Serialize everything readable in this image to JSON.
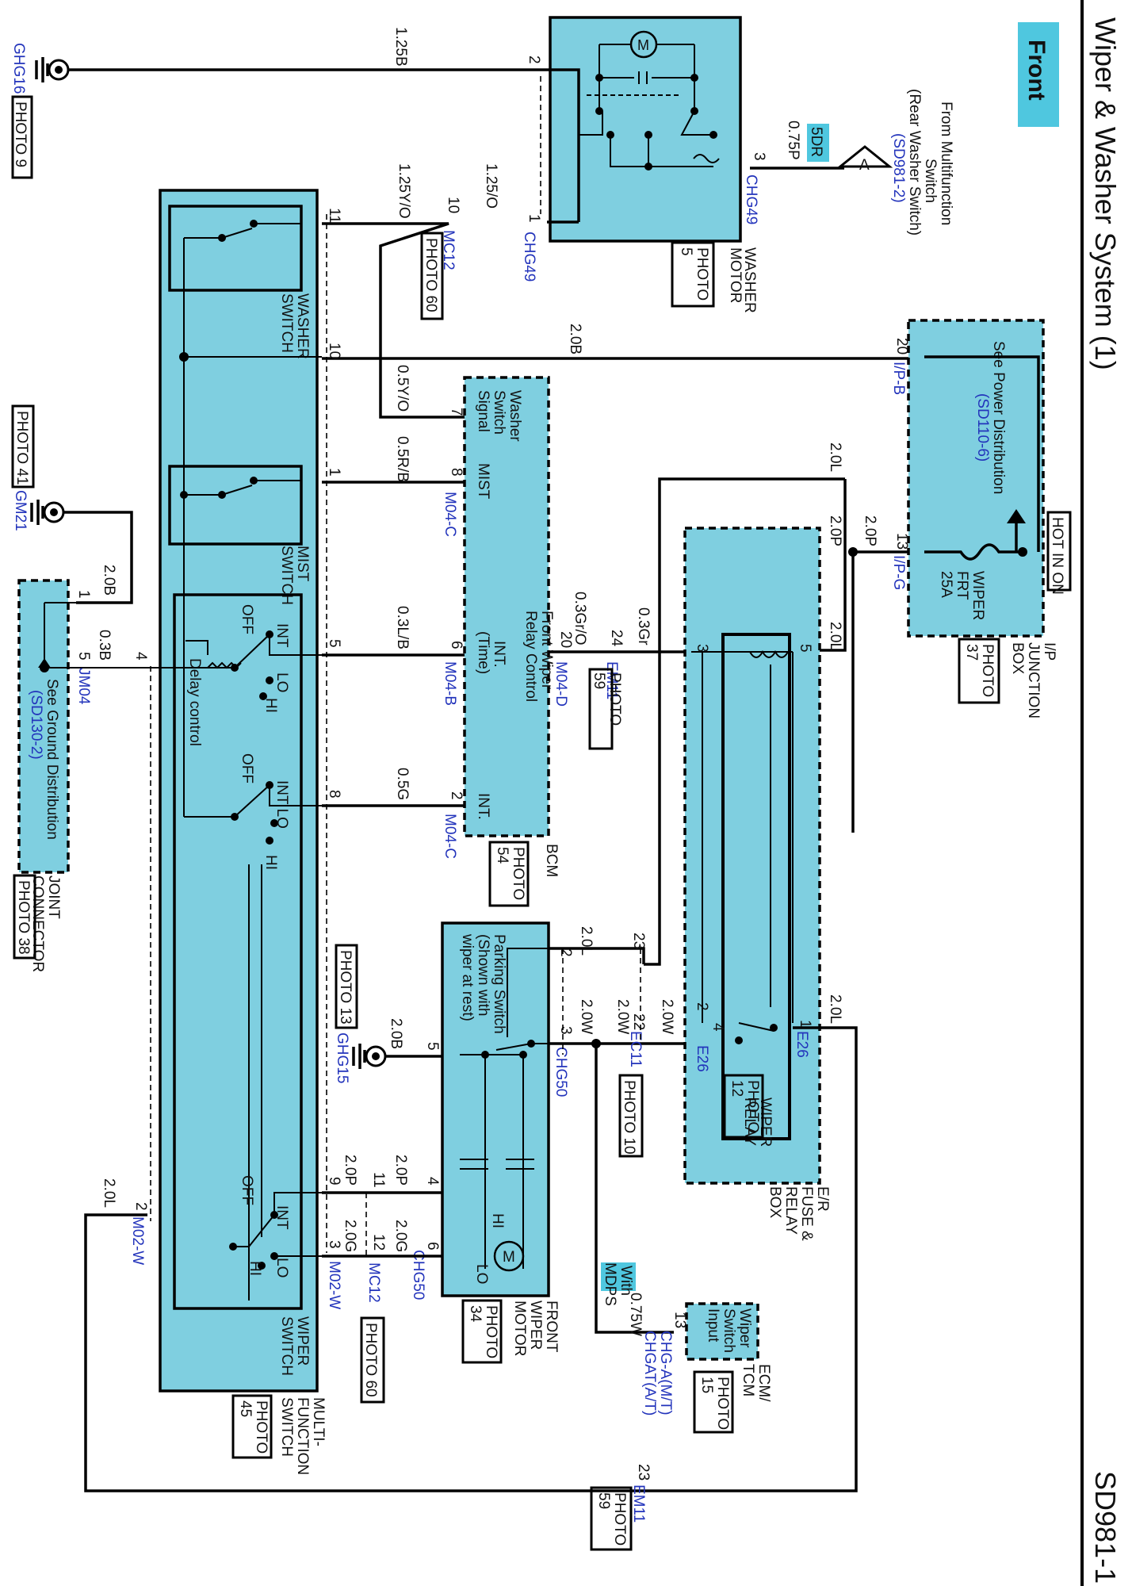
{
  "title": "Wiper & Washer System (1)",
  "code": "SD981-1",
  "badge": "Front",
  "hot_label": "HOT IN ON",
  "components": {
    "washer_motor": [
      "WASHER",
      "MOTOR"
    ],
    "washer_motor_photo": [
      "PHOTO",
      "5"
    ],
    "ip_box": [
      "I/P",
      "JUNCTION",
      "BOX"
    ],
    "ip_box_photo": [
      "PHOTO",
      "37"
    ],
    "power_dist": [
      "See Power Distribution",
      "(SD110-6)"
    ],
    "fuse": [
      "WIPER",
      "FRT",
      "25A"
    ],
    "bcm": "BCM",
    "bcm_photo": [
      "PHOTO",
      "54"
    ],
    "washer_sw_signal": [
      "Washer",
      "Switch",
      "Signal"
    ],
    "front_wiper_relay_ctrl": [
      "Front Wiper",
      "Relay Control"
    ],
    "bcm_int_time": [
      "INT.",
      "(Time)"
    ],
    "bcm_mist": "MIST",
    "bcm_int": "INT.",
    "er_box": [
      "E/R",
      "FUSE &",
      "RELAY",
      "BOX"
    ],
    "wiper_relay": [
      "WIPER",
      "RELAY"
    ],
    "wiper_relay_photo": [
      "PHOTO",
      "12"
    ],
    "front_wiper_motor": [
      "FRONT",
      "WIPER",
      "MOTOR"
    ],
    "front_wiper_motor_photo": [
      "PHOTO",
      "34"
    ],
    "parking_switch": [
      "Parking Switch",
      "(Shown with",
      "wiper at rest)"
    ],
    "multifunction_switch": [
      "MULTI-",
      "FUNCTION",
      "SWITCH"
    ],
    "multifunction_photo": [
      "PHOTO",
      "45"
    ],
    "washer_switch": [
      "WASHER",
      "SWITCH"
    ],
    "mist_switch": [
      "MIST",
      "SWITCH"
    ],
    "wiper_switch": [
      "WIPER",
      "SWITCH"
    ],
    "joint_connector": [
      "JOINT",
      "CONNECTOR"
    ],
    "joint_photo": [
      "PHOTO 38"
    ],
    "ground_dist": [
      "See Ground Distribution",
      "(SD130-2)"
    ],
    "ecm": [
      "ECM/",
      "TCM"
    ],
    "ecm_photo": [
      "PHOTO",
      "15"
    ],
    "ecm_input": [
      "Wiper",
      "Switch",
      "Input"
    ],
    "with_mdps": [
      "With",
      "MDPS"
    ],
    "from_multi": [
      "From Multifunction",
      "Switch",
      "(Rear Washer Switch)",
      "(SD981-2)"
    ],
    "delay_control": "Delay control",
    "sw_positions": {
      "off": "OFF",
      "int": "INT",
      "lo": "LO",
      "hi": "HI",
      "int_lo": "INT LO"
    }
  },
  "wires": {
    "w1": "1.25B",
    "w2": "1.25Y/O",
    "w3": "1.25/O",
    "w4": "0.75P",
    "w5": "5DR",
    "w6": "2.0B",
    "w7": "0.5Y/O",
    "w8": "0.5R/B",
    "w9": "2.0L",
    "w10": "2.0P",
    "w11": "2.0P",
    "w12": "0.3Gr",
    "w13": "0.3Gr/O",
    "w14": "2.0L",
    "w15": "0.3L/B",
    "w16": "0.5G",
    "w17": "2.0L",
    "w18": "2.0W",
    "w19": "2.0W",
    "w20": "2.0W",
    "w21": "2.0L",
    "w22": "2.0B",
    "w23": "2.0P",
    "w24": "2.0P",
    "w25": "2.0G",
    "w26": "2.0G",
    "w27": "0.75W",
    "w28": "2.0B",
    "w29": "0.3B",
    "w30": "2.0L"
  },
  "connectors": {
    "ghg16": "GHG16",
    "chg49a": "CHG49",
    "chg49b": "CHG49",
    "mc12a": "MC12",
    "ipb": "I/P-B",
    "ipg": "I/P-G",
    "m04c": "M04-C",
    "m04b": "M04-B",
    "m04d": "M04-D",
    "m04c2": "M04-C",
    "em11": "EM11",
    "em11b": "EM11",
    "e26": "E26",
    "e26b": "E26",
    "ec11": "EC11",
    "chg50": "CHG50",
    "chg50b": "CHG50",
    "ghg15": "GHG15",
    "mc12b": "MC12",
    "m02w": "M02-W",
    "m02w2": "M02-W",
    "jm04": "JM04",
    "gm21": "GM21",
    "chga": "CHG-A(M/T)",
    "chgat": "CHGAT(A/T)"
  },
  "photos": {
    "p9": "PHOTO 9",
    "p60a": "PHOTO 60",
    "p41": "PHOTO 41",
    "p59": [
      "PHOTO",
      "59"
    ],
    "p59b": [
      "PHOTO",
      "59"
    ],
    "p13": "PHOTO 13",
    "p10": "PHOTO 10",
    "p60b": "PHOTO 60"
  },
  "pins": {
    "p2": "2",
    "p3": "3",
    "p1": "1",
    "p10": "10",
    "p20": "20",
    "p13": "13",
    "p11": "11",
    "p7": "7",
    "p8": "8",
    "p1b": "1",
    "p5": "5",
    "p6": "6",
    "p24": "24",
    "p20b": "20",
    "p3b": "3",
    "p5b": "5",
    "p8b": "8",
    "p2b": "2",
    "p23": "23",
    "p2c": "2",
    "p22": "22",
    "p3c": "3",
    "p2d": "2",
    "p4": "4",
    "p1c": "1",
    "p5c": "5",
    "p4b": "4",
    "p11b": "11",
    "p9": "9",
    "p12": "12",
    "p6b": "6",
    "p3d": "3",
    "p2e": "2",
    "p13b": "13",
    "p23b": "23",
    "p1d": "1",
    "p5d": "5",
    "p4c": "4",
    "p10b": "10"
  }
}
